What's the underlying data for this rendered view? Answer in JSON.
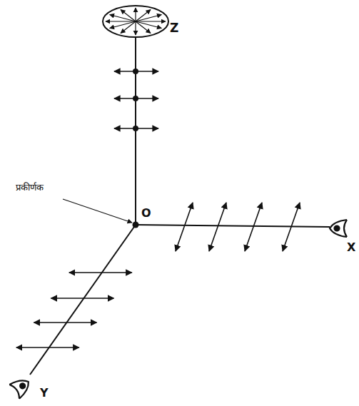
{
  "diagram": {
    "labels": [
      "Z",
      "प्रकीर्णक",
      "O",
      "X",
      "Y"
    ]
  }
}
